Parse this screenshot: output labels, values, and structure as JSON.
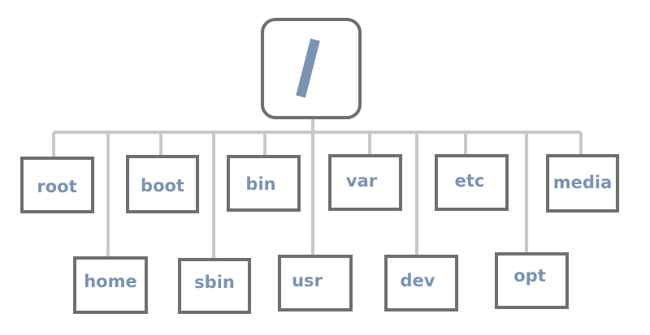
{
  "root": {
    "label": "/"
  },
  "directories": [
    {
      "label": "root"
    },
    {
      "label": "home"
    },
    {
      "label": "boot"
    },
    {
      "label": "sbin"
    },
    {
      "label": "bin"
    },
    {
      "label": "usr"
    },
    {
      "label": "var"
    },
    {
      "label": "dev"
    },
    {
      "label": "etc"
    },
    {
      "label": "opt"
    },
    {
      "label": "media"
    }
  ],
  "colors": {
    "box_stroke": "#6f6f6f",
    "connector": "#c8c8c8",
    "label": "#7a93b3"
  }
}
